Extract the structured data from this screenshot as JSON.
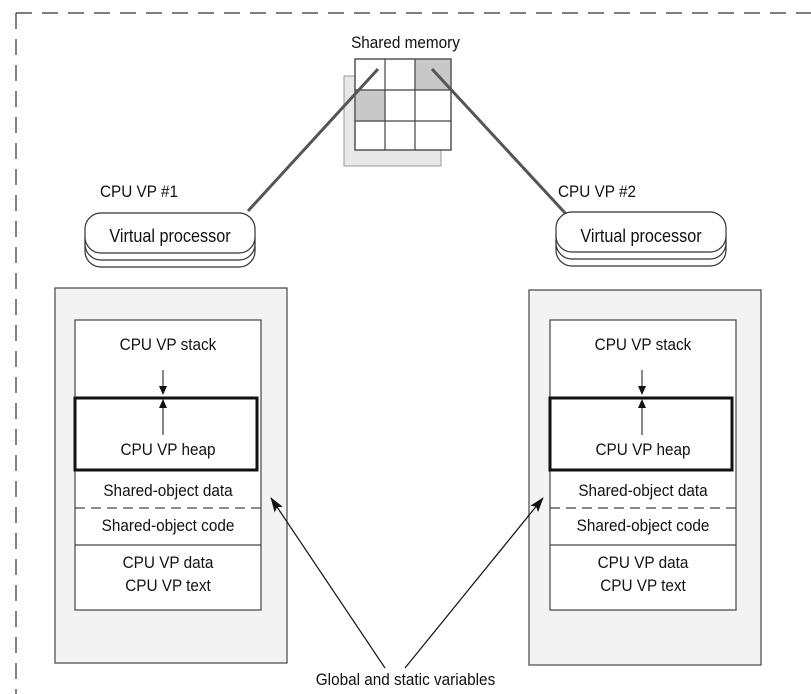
{
  "shared_memory": {
    "label": "Shared memory"
  },
  "processes": [
    {
      "vp_label": "CPU VP #1",
      "vp_box": "Virtual processor",
      "segments": {
        "stack": "CPU VP stack",
        "heap": "CPU VP heap",
        "so_data": "Shared-object data",
        "so_code": "Shared-object code",
        "data": "CPU VP data",
        "text": "CPU VP text"
      }
    },
    {
      "vp_label": "CPU VP #2",
      "vp_box": "Virtual processor",
      "segments": {
        "stack": "CPU VP stack",
        "heap": "CPU VP heap",
        "so_data": "Shared-object data",
        "so_code": "Shared-object code",
        "data": "CPU VP data",
        "text": "CPU VP text"
      }
    }
  ],
  "annotation": {
    "label": "Global and static variables"
  },
  "colors": {
    "line": "#111111",
    "panel_fill": "#f3f3f3",
    "cell_shade": "#c8c8c8",
    "shadow": "#e6e6e6"
  }
}
